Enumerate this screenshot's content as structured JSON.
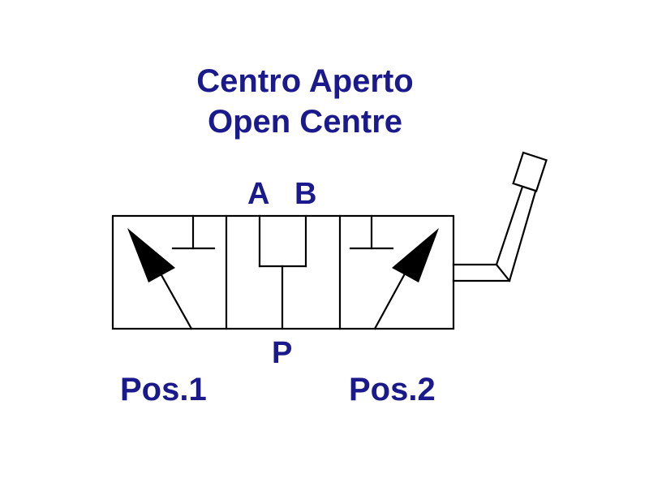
{
  "title": {
    "line1": "Centro Aperto",
    "line2": "Open Centre"
  },
  "ports": {
    "a": "A",
    "b": "B",
    "p": "P"
  },
  "positions": {
    "pos1": "Pos.1",
    "pos2": "Pos.2"
  },
  "colors": {
    "text": "#1a1a8c",
    "lines": "#000000",
    "background": "#ffffff"
  }
}
